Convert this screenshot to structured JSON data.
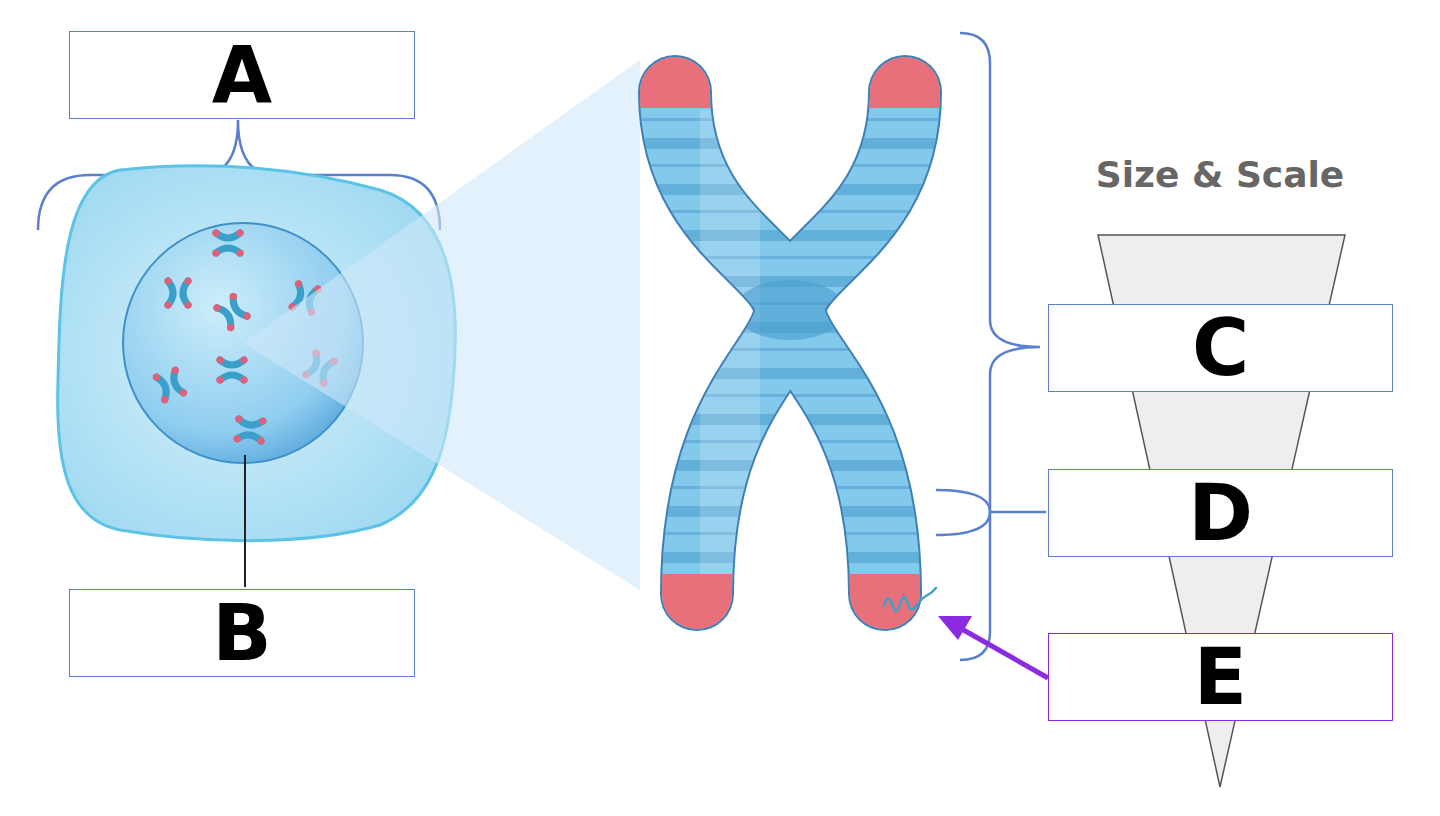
{
  "diagram": {
    "nodes": [
      {
        "text": [
          "A"
        ]
      },
      {
        "text": [
          "B"
        ]
      },
      {
        "text": [
          "C"
        ]
      },
      {
        "text": [
          "D"
        ]
      },
      {
        "text": [
          "E"
        ]
      }
    ],
    "labels": [
      "Size & Scale"
    ]
  }
}
